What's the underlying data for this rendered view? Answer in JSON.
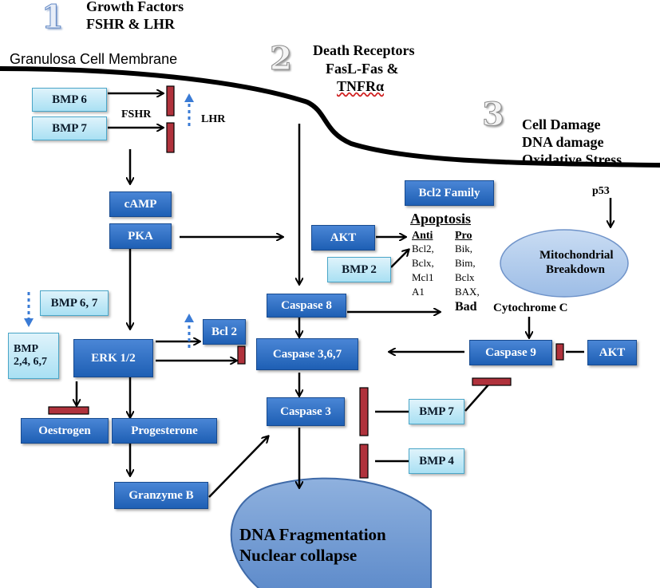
{
  "numbers": {
    "one": "1",
    "two": "2",
    "three": "3"
  },
  "headers": {
    "growth_title": "Growth Factors",
    "growth_sub": "FSHR & LHR",
    "death_title": "Death Receptors",
    "death_sub": "FasL-Fas &",
    "death_sub2": "TNFRα",
    "damage_1": "Cell Damage",
    "damage_2": "DNA damage",
    "damage_3": "Oxidative Stress"
  },
  "membrane_label": "Granulosa Cell Membrane",
  "labels": {
    "fshr": "FSHR",
    "lhr": "LHR",
    "p53": "p53",
    "cytochrome_c": "Cytochrome C",
    "mito_1": "Mitochondrial",
    "mito_2": "Breakdown",
    "dna_1": "DNA Fragmentation",
    "dna_2": "Nuclear collapse"
  },
  "boxes": {
    "bmp6": "BMP 6",
    "bmp7_top": "BMP 7",
    "camp": "cAMP",
    "pka": "PKA",
    "bmp67": "BMP 6, 7",
    "bmp2467_1": "BMP",
    "bmp2467_2": "2,4, 6,7",
    "erk": "ERK 1/2",
    "bcl2": "Bcl 2",
    "oestrogen": "Oestrogen",
    "progesterone": "Progesterone",
    "granzyme": "Granzyme B",
    "caspase8": "Caspase 8",
    "caspase367": "Caspase 3,6,7",
    "caspase3": "Caspase 3",
    "caspase9": "Caspase  9",
    "akt_right": "AKT",
    "akt_mid": "AKT",
    "bmp2": "BMP 2",
    "bcl2_family": "Bcl2 Family",
    "bmp7_bottom": "BMP 7",
    "bmp4": "BMP 4"
  },
  "apoptosis": {
    "title": "Apoptosis",
    "anti_header": "Anti",
    "anti_items": [
      "Bcl2,",
      "Bclx,",
      "Mcl1",
      "A1"
    ],
    "pro_header": "Pro",
    "pro_items": [
      "Bik,",
      "Bim,",
      "Bclx",
      "BAX,"
    ],
    "pro_last": "Bad"
  }
}
